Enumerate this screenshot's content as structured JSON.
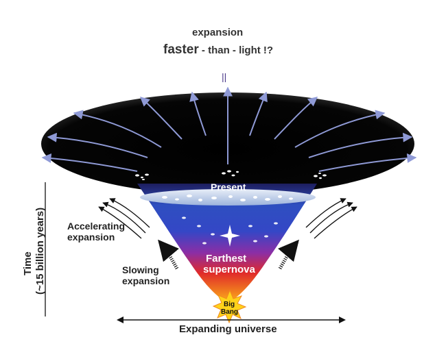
{
  "title": {
    "line1": "expansion",
    "line2_big": "faster",
    "line2_rest": " - than - light  !?",
    "pipe": "||"
  },
  "labels": {
    "present": "Present",
    "farthest_line1": "Farthest",
    "farthest_line2": "supernova",
    "accelerating_line1": "Accelerating",
    "accelerating_line2": "expansion",
    "slowing_line1": "Slowing",
    "slowing_line2": "expansion",
    "big": "Big",
    "bang": "Bang",
    "expanding_universe": "Expanding universe",
    "time_line1": "Time",
    "time_line2": "(~15 billion years)"
  },
  "colors": {
    "black_disk": "#000000",
    "arrow_lavender": "#8f9ad6",
    "funnel_top": "#2a2a8a",
    "funnel_mid": "#3b55c8",
    "funnel_violet": "#8a2fa8",
    "funnel_red": "#e0302a",
    "funnel_orange": "#f08a20",
    "bang_yellow": "#ffd21a"
  }
}
